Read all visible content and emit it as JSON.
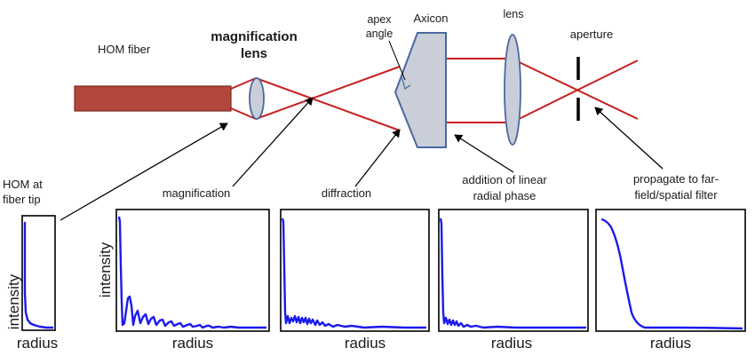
{
  "labels": {
    "hom_fiber": "HOM fiber",
    "magnification_lens_line1": "magnification",
    "magnification_lens_line2": "lens",
    "apex_line1": "apex",
    "apex_line2": "angle",
    "axicon": "Axicon",
    "lens": "lens",
    "aperture": "aperture",
    "hom_tip_line1": "HOM at",
    "hom_tip_line2": "fiber tip",
    "magnification": "magnification",
    "diffraction": "diffraction",
    "phase_line1": "addition of linear",
    "phase_line2": "radial phase",
    "farfield_line1": "propagate to far-",
    "farfield_line2": "field/spatial filter"
  },
  "plots": [
    {
      "id": "hom_tip",
      "xlabel": "radius",
      "ylabel": "intensity",
      "profile": "hom"
    },
    {
      "id": "magnification",
      "xlabel": "radius",
      "ylabel": "intensity",
      "profile": "bessel"
    },
    {
      "id": "diffraction",
      "xlabel": "radius",
      "ylabel": "",
      "profile": "noisy"
    },
    {
      "id": "phase",
      "xlabel": "radius",
      "ylabel": "",
      "profile": "noisy_small"
    },
    {
      "id": "farfield",
      "xlabel": "radius",
      "ylabel": "",
      "profile": "gaussian"
    }
  ],
  "colors": {
    "fiber": "#b4473c",
    "beam": "#c8201e",
    "optics": "#c9ced8",
    "curve": "#1a1aee"
  }
}
